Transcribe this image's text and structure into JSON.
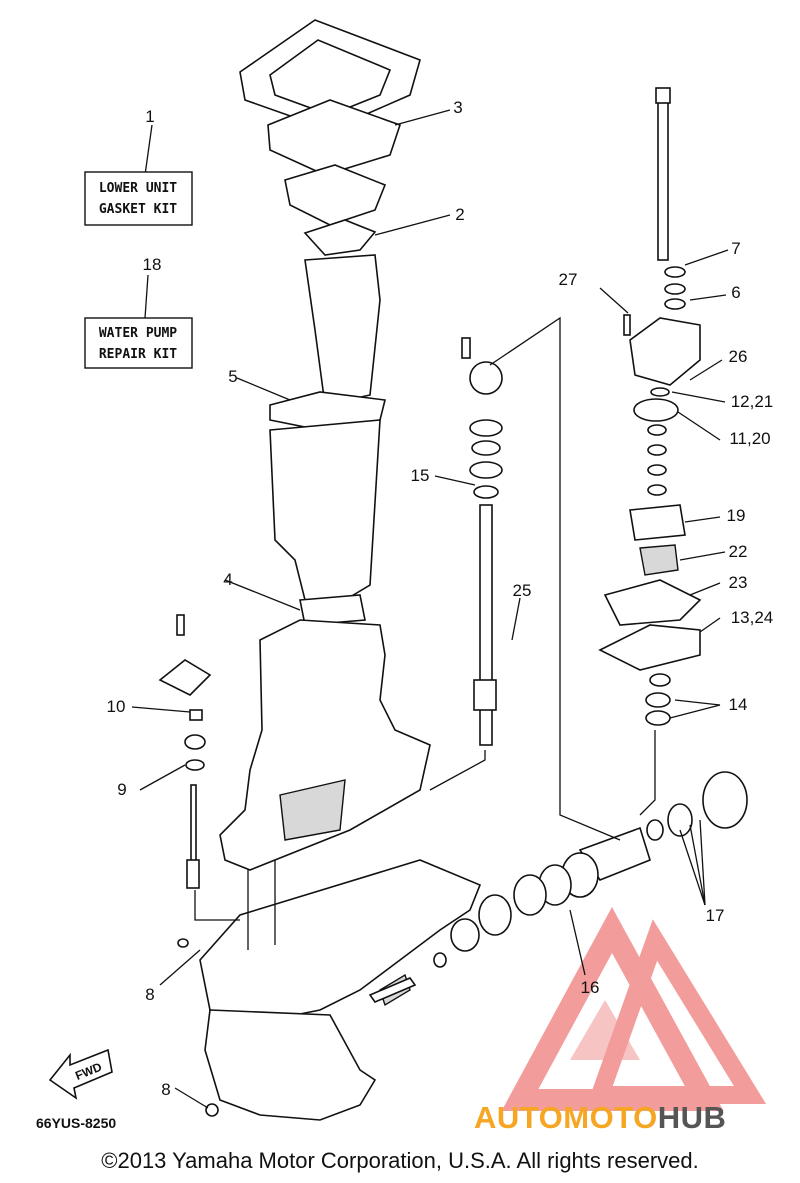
{
  "kits": [
    {
      "id": "1",
      "line1": "LOWER UNIT",
      "line2": "GASKET KIT"
    },
    {
      "id": "18",
      "line1": "WATER PUMP",
      "line2": "REPAIR KIT"
    }
  ],
  "callouts": [
    "1",
    "2",
    "3",
    "4",
    "5",
    "6",
    "7",
    "8",
    "8",
    "9",
    "10",
    "11,20",
    "12,21",
    "13,24",
    "14",
    "15",
    "16",
    "17",
    "18",
    "19",
    "22",
    "23",
    "25",
    "26",
    "27"
  ],
  "fwd_label": "FWD",
  "diagram_code": "66YUS-8250",
  "copyright": "©2013 Yamaha Motor Corporation, U.S.A. All rights reserved.",
  "watermark": {
    "part1": "AUTOMOTO",
    "part2": "HUB",
    "color1": "#f6a623",
    "color2": "#555555",
    "logo_color": "#e84c4c"
  }
}
